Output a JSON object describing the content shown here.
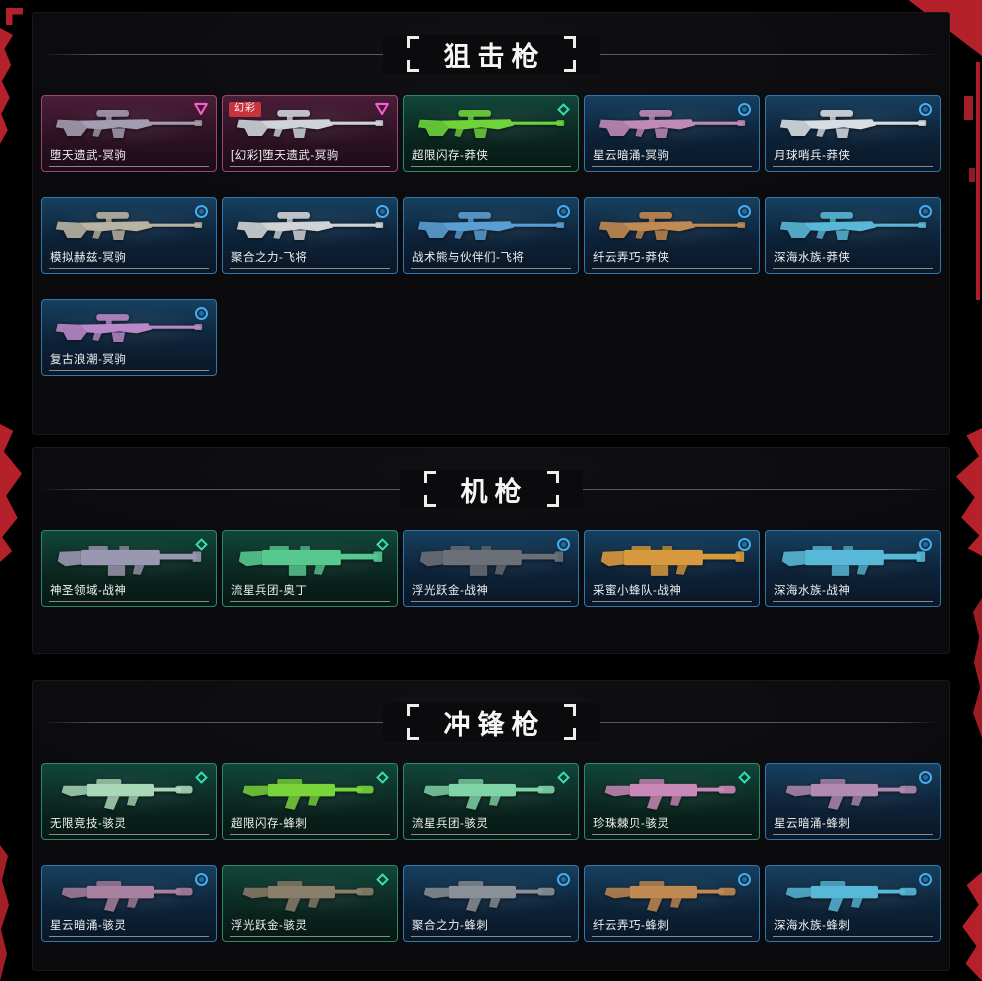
{
  "colors": {
    "accent-red": "#b5212a",
    "premium": "#ff5ad0",
    "deluxe": "#31e0ae",
    "select": "#42aef0",
    "badge-red": "#c8333c"
  },
  "rarity_icons": {
    "premium": "pink-triangle-icon",
    "deluxe": "teal-diamond-icon",
    "select": "blue-circle-icon"
  },
  "sections": [
    {
      "title": "狙击枪",
      "weapon_shape": "sniper",
      "items": [
        {
          "name": "堕天遗武-冥驹",
          "rarity": "premium",
          "gun_color": "#a49cb0"
        },
        {
          "name": "[幻彩]堕天遗武-冥驹",
          "rarity": "premium",
          "gun_color": "#cfd3da",
          "badge": "幻彩"
        },
        {
          "name": "超限闪存-莽侠",
          "rarity": "deluxe",
          "gun_color": "#6fd43a"
        },
        {
          "name": "星云暗涌-冥驹",
          "rarity": "select",
          "gun_color": "#c08ab8"
        },
        {
          "name": "月球哨兵-莽侠",
          "rarity": "select",
          "gun_color": "#d8dde2"
        },
        {
          "name": "模拟赫兹-冥驹",
          "rarity": "select",
          "gun_color": "#b9b3a4"
        },
        {
          "name": "聚合之力-飞将",
          "rarity": "select",
          "gun_color": "#d0d4d8"
        },
        {
          "name": "战术熊与伙伴们-飞将",
          "rarity": "select",
          "gun_color": "#5a9fd4"
        },
        {
          "name": "纤云弄巧-莽侠",
          "rarity": "select",
          "gun_color": "#c08a52"
        },
        {
          "name": "深海水族-莽侠",
          "rarity": "select",
          "gun_color": "#58b8d8"
        },
        {
          "name": "复古浪潮-冥驹",
          "rarity": "select",
          "gun_color": "#b888c8"
        }
      ]
    },
    {
      "title": "机枪",
      "weapon_shape": "mg",
      "items": [
        {
          "name": "神圣领域-战神",
          "rarity": "deluxe",
          "gun_color": "#9a97b0"
        },
        {
          "name": "流星兵团-奥丁",
          "rarity": "deluxe",
          "gun_color": "#57c98f"
        },
        {
          "name": "浮光跃金-战神",
          "rarity": "select",
          "gun_color": "#6a6f78"
        },
        {
          "name": "采蜜小蜂队-战神",
          "rarity": "select",
          "gun_color": "#d89a3e"
        },
        {
          "name": "深海水族-战神",
          "rarity": "select",
          "gun_color": "#58b8d8"
        }
      ]
    },
    {
      "title": "冲锋枪",
      "weapon_shape": "smg",
      "items": [
        {
          "name": "无限竞技-骇灵",
          "rarity": "deluxe",
          "gun_color": "#a8d8b8"
        },
        {
          "name": "超限闪存-蜂刺",
          "rarity": "deluxe",
          "gun_color": "#78d43a"
        },
        {
          "name": "流星兵团-骇灵",
          "rarity": "deluxe",
          "gun_color": "#7fd4a8"
        },
        {
          "name": "珍珠棘贝-骇灵",
          "rarity": "deluxe",
          "gun_color": "#c889b8"
        },
        {
          "name": "星云暗涌-蜂刺",
          "rarity": "select",
          "gun_color": "#b08ab0"
        },
        {
          "name": "星云暗涌-骇灵",
          "rarity": "select",
          "gun_color": "#a880a0"
        },
        {
          "name": "浮光跃金-骇灵",
          "rarity": "deluxe",
          "gun_color": "#8a7f6a"
        },
        {
          "name": "聚合之力-蜂刺",
          "rarity": "select",
          "gun_color": "#8a9098"
        },
        {
          "name": "纤云弄巧-蜂刺",
          "rarity": "select",
          "gun_color": "#c08a52"
        },
        {
          "name": "深海水族-蜂刺",
          "rarity": "select",
          "gun_color": "#58b8d8"
        }
      ]
    }
  ]
}
